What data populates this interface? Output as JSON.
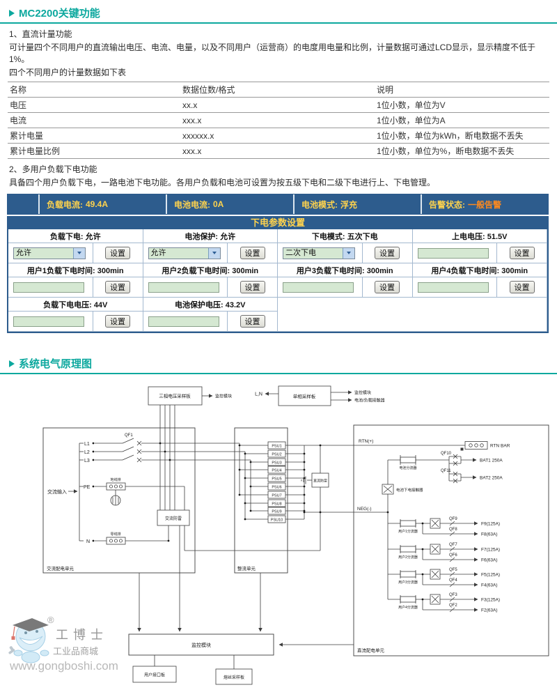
{
  "page": {
    "title1": "MC2200关键功能",
    "title2": "系统电气原理图"
  },
  "intro": {
    "h1": "1、直流计量功能",
    "p1": "可计量四个不同用户的直流输出电压、电流、电量，以及不同用户（运营商）的电度用电量和比例，计量数据可通过LCD显示，显示精度不低于1%。",
    "note": "四个不同用户的计量数据如下表",
    "table": {
      "headers": [
        "名称",
        "数据位数/格式",
        "说明"
      ],
      "rows": [
        [
          "电压",
          "xx.x",
          "1位小数，单位为V"
        ],
        [
          "电流",
          "xxx.x",
          "1位小数，单位为A"
        ],
        [
          "累计电量",
          "xxxxxx.x",
          "1位小数，单位为kWh，断电数据不丢失"
        ],
        [
          "累计电量比例",
          "xxx.x",
          "1位小数，单位为%，断电数据不丢失"
        ]
      ]
    },
    "h2": "2、多用户负载下电功能",
    "p2": "具备四个用户负载下电，一路电池下电功能。各用户负载和电池可设置为按五级下电和二级下电进行上、下电管理。"
  },
  "panel": {
    "status": [
      {
        "label": "负载电流:",
        "value": "49.4A"
      },
      {
        "label": "电池电流:",
        "value": "0A"
      },
      {
        "label": "电池模式:",
        "value": "浮充"
      },
      {
        "label": "告警状态:",
        "value": "一般告警"
      }
    ],
    "title": "下电参数设置",
    "set_label": "设置",
    "input_value": "",
    "selects": {
      "s1": "允许",
      "s2": "允许",
      "s3": "二次下电"
    },
    "r1": [
      "负载下电: 允许",
      "电池保护: 允许",
      "下电模式: 五次下电",
      "上电电压: 51.5V"
    ],
    "r2": [
      "用户1负载下电时间: 300min",
      "用户2负载下电时间: 300min",
      "用户3负载下电时间: 300min",
      "用户4负载下电时间: 300min"
    ],
    "r3": [
      "负载下电电压: 44V",
      "电池保护电压: 43.2V"
    ]
  },
  "schematic": {
    "sampling3": "三相电压采样板",
    "monitor": "监控模块",
    "ln": "L,N",
    "sampling1": "单相采样板",
    "bat_load_contactor_ref": "电池/负载接触器",
    "ac_input": "交流输入",
    "qf1": "QF1",
    "l1": "L1",
    "l2": "L2",
    "l3": "L3",
    "pe": "PE",
    "n": "N",
    "ground_bar": "地线排",
    "neutral_bar": "零线排",
    "ac_spd": "交流防雷",
    "ac_unit": "交流配电单元",
    "rect_unit": "整流单元",
    "psu": [
      "PSU1",
      "PSU2",
      "PSU3",
      "PSU4",
      "PSU5",
      "PSU6",
      "PSU7",
      "PSU8",
      "PSU9",
      "PSU10"
    ],
    "rtn": "RTN(+)",
    "neg": "NEG(-)",
    "rtn_bar": "RTN BAR",
    "dc_spd": "直流防雷",
    "bat_shunt": "电池分流器",
    "qf10": "QF10",
    "qf11": "QF11",
    "bat1": "BAT1 250A",
    "bat2": "BAT2 250A",
    "bat_contactor": "电池下电接触器",
    "branches": [
      {
        "shunt": "用户1分流器",
        "qf_a": "QF9",
        "fuse_a": "F9(125A)",
        "qf_b": "QF8",
        "fuse_b": "F8(63A)"
      },
      {
        "shunt": "用户2分流器",
        "qf_a": "QF7",
        "fuse_a": "F7(125A)",
        "qf_b": "QF6",
        "fuse_b": "F6(63A)"
      },
      {
        "shunt": "用户3分流器",
        "qf_a": "QF5",
        "fuse_a": "F5(125A)",
        "qf_b": "QF4",
        "fuse_b": "F4(63A)"
      },
      {
        "shunt": "用户4分流器",
        "qf_a": "QF3",
        "fuse_a": "F3(125A)",
        "qf_b": "QF2",
        "fuse_b": "F2(63A)"
      }
    ],
    "dc_unit": "直流配电单元",
    "user_board": "用户接口板",
    "fuse_board": "熔丝采样板"
  },
  "watermark": {
    "reg": "®",
    "brand": "工博士",
    "tagline": "工业品商城",
    "url": "www.gongboshi.com"
  }
}
